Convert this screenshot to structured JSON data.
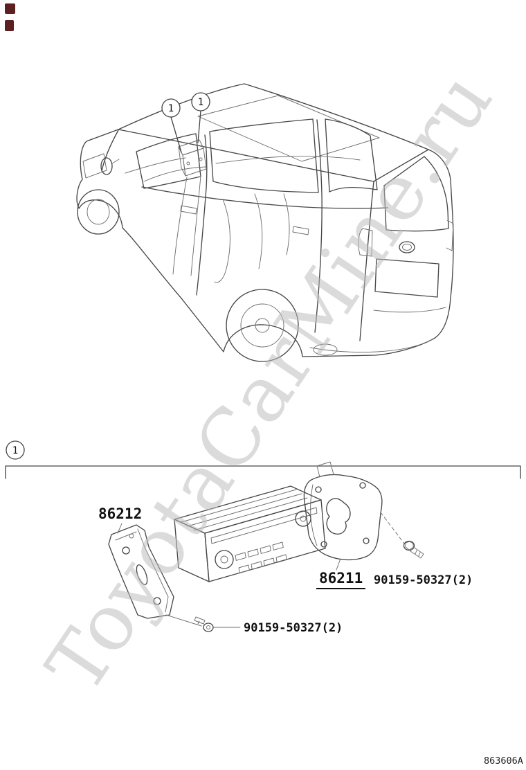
{
  "page": {
    "watermark_text": "ToyotaCarMine.ru",
    "doc_number": "863606A"
  },
  "colors": {
    "line": "#474747",
    "line-light": "#6e6e6e",
    "label": "#111111",
    "watermark": "#bcbcbc"
  },
  "callouts": {
    "vehicle_marker": "1",
    "section_marker": "1"
  },
  "parts": {
    "bracket_left_label": "86212",
    "bracket_right_label": "86211",
    "screw_right_label": "90159-50327(2)",
    "screw_bottom_label": "90159-50327(2)"
  }
}
